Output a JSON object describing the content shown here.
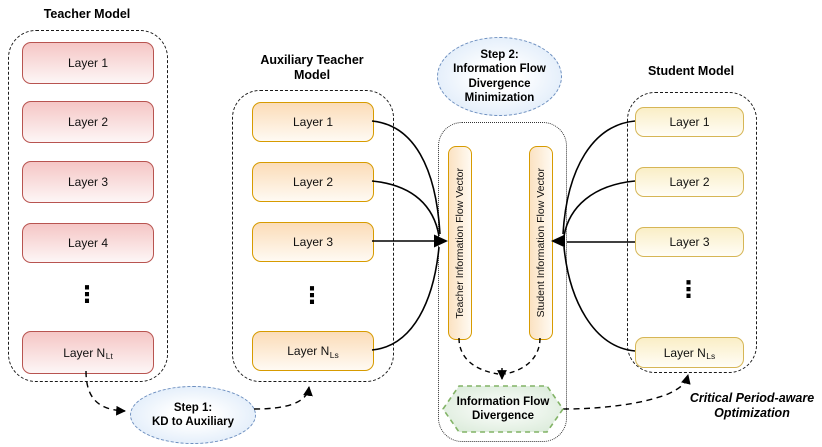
{
  "teacher": {
    "title": "Teacher Model",
    "layers": [
      "Layer 1",
      "Layer 2",
      "Layer 3",
      "Layer 4"
    ],
    "last_layer": {
      "main": "Layer N",
      "sub": "Lt"
    },
    "dots": "⋮"
  },
  "auxiliary": {
    "title": "Auxiliary Teacher Model",
    "layers": [
      "Layer 1",
      "Layer 2",
      "Layer 3"
    ],
    "last_layer": {
      "main": "Layer N",
      "sub": "Ls"
    },
    "dots": "⋮"
  },
  "student": {
    "title": "Student Model",
    "layers": [
      "Layer 1",
      "Layer 2",
      "Layer 3"
    ],
    "last_layer": {
      "main": "Layer N",
      "sub": "Ls"
    },
    "dots": "⋮"
  },
  "step1": {
    "line1": "Step 1:",
    "line2": "KD to Auxiliary"
  },
  "step2": {
    "line1": "Step 2:",
    "line2": "Information Flow",
    "line3": "Divergence",
    "line4": "Minimization"
  },
  "flow_vectors": {
    "teacher": "Teacher Information Flow Vector",
    "student": "Student Information Flow Vector"
  },
  "divergence": {
    "line1": "Information Flow",
    "line2": "Divergence"
  },
  "optimization": {
    "line1": "Critical Period-aware",
    "line2": "Optimization"
  },
  "colors": {
    "teacher_border": "#b85450",
    "teacher_fill": "#f8cecc",
    "aux_border": "#d79b00",
    "aux_fill": "#ffe6cc",
    "student_border": "#d6b656",
    "student_fill": "#fff2cc",
    "step_border": "#6c8ebf",
    "step_fill": "#dae8fc",
    "divergence_border": "#82b366",
    "divergence_fill": "#d5e8d4",
    "connector": "#000000"
  }
}
